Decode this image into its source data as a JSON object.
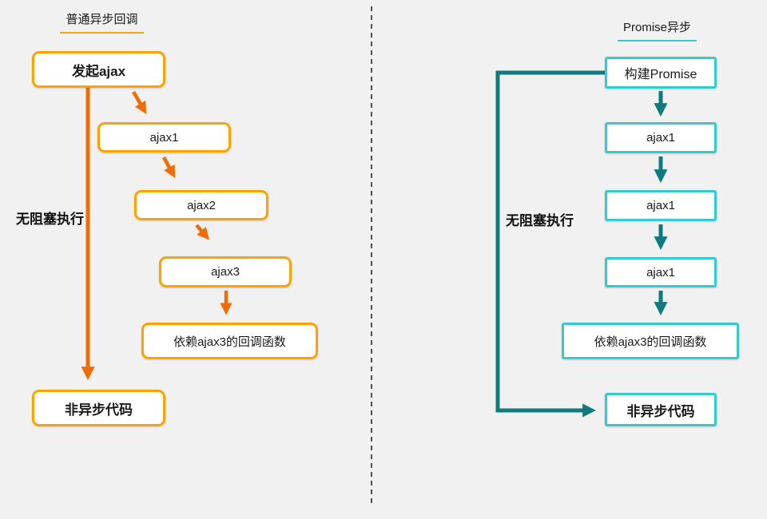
{
  "left_panel": {
    "title": "普通异步回调",
    "side_label": "无阻塞执行",
    "accent_color": "#ffa200",
    "arrow_color": "#f26c05",
    "nodes": [
      {
        "label": "发起ajax"
      },
      {
        "label": "ajax1"
      },
      {
        "label": "ajax2"
      },
      {
        "label": "ajax3"
      },
      {
        "label": "依赖ajax3的回调函数"
      },
      {
        "label": "非异步代码"
      }
    ]
  },
  "right_panel": {
    "title": "Promise异步",
    "side_label": "无阻塞执行",
    "accent_color": "#33cccc",
    "arrow_color": "#107a7e",
    "nodes": [
      {
        "label": "构建Promise"
      },
      {
        "label": "ajax1"
      },
      {
        "label": "ajax1"
      },
      {
        "label": "ajax1"
      },
      {
        "label": "依赖ajax3的回调函数"
      },
      {
        "label": "非异步代码"
      }
    ]
  },
  "divider_color": "#1a1a1a"
}
